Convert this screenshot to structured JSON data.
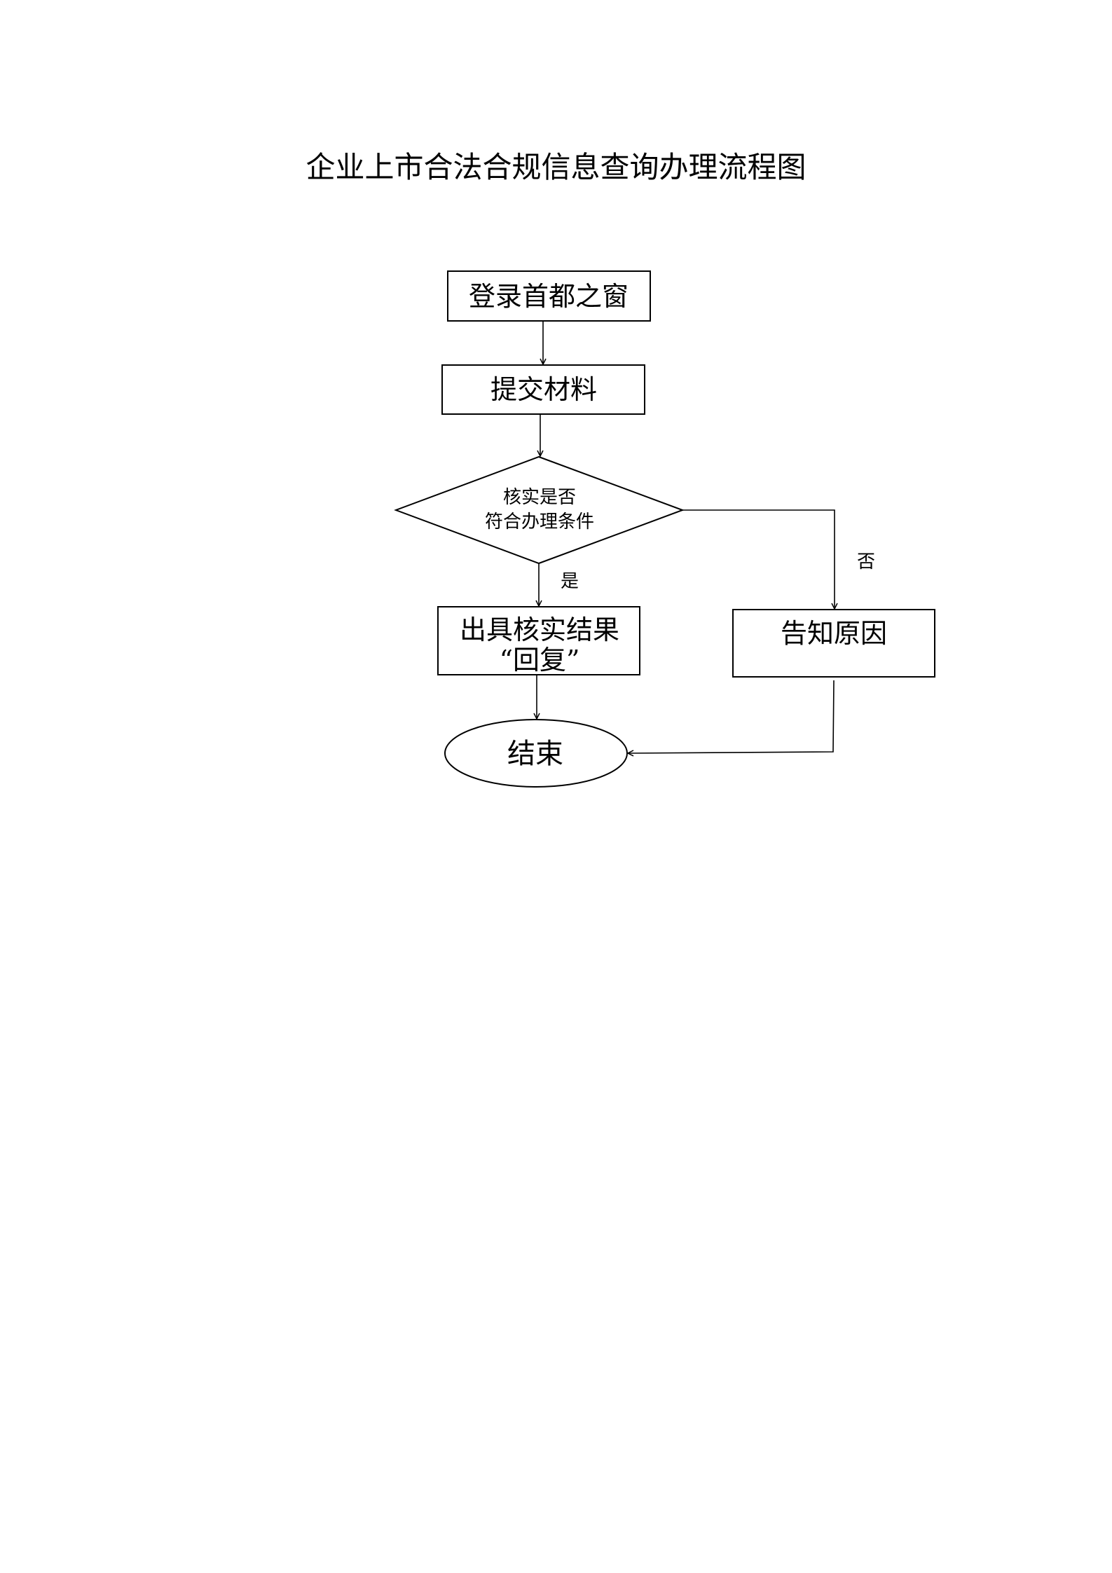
{
  "title": "企业上市合法合规信息查询办理流程图",
  "nodes": {
    "login": "登录首都之窗",
    "submit": "提交材料",
    "check_line1": "核实是否",
    "check_line2": "符合办理条件",
    "result_line1": "出具核实结果",
    "result_line2": "“回复”",
    "reason": "告知原因",
    "end": "结束"
  },
  "edges": {
    "yes_label": "是",
    "no_label": "否"
  }
}
